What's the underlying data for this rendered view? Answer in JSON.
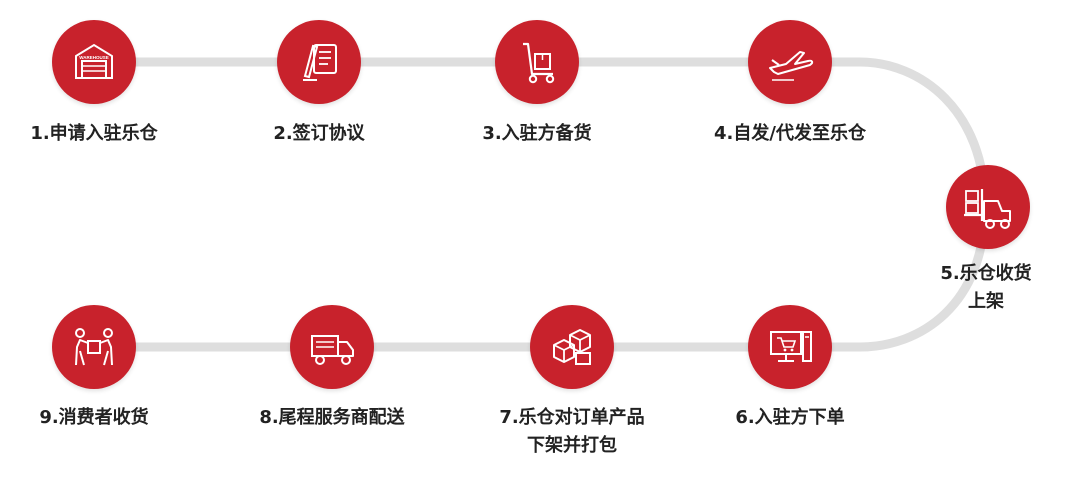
{
  "colors": {
    "circle": "#c8222c",
    "track": "#dedede",
    "icon": "#ffffff",
    "text": "#222222"
  },
  "steps": [
    {
      "label": "1.申请入驻乐仓",
      "icon": "warehouse-icon",
      "icon_text": "WAREHOUSE"
    },
    {
      "label": "2.签订协议",
      "icon": "contract-pen-icon"
    },
    {
      "label": "3.入驻方备货",
      "icon": "hand-truck-icon"
    },
    {
      "label": "4.自发/代发至乐仓",
      "icon": "airplane-icon"
    },
    {
      "label": "5.乐仓收货上架",
      "icon": "forklift-icon"
    },
    {
      "label": "6.入驻方下单",
      "icon": "computer-order-icon"
    },
    {
      "label": "7.乐仓对订单产品\n下架并打包",
      "icon": "boxes-icon"
    },
    {
      "label": "8.尾程服务商配送",
      "icon": "delivery-truck-icon"
    },
    {
      "label": "9.消费者收货",
      "icon": "person-receiving-icon"
    }
  ]
}
